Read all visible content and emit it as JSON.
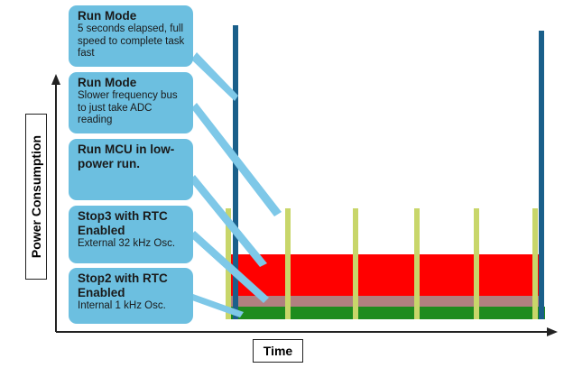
{
  "colors": {
    "callout_fill": "#6cbfe0",
    "run_spike": "#1a5f8a",
    "lp_run_spike": "#c8d66a",
    "stop3_band": "#ff0000",
    "transition_band": "#b08080",
    "stop2_band": "#1e8c1e",
    "arrow": "#7ec8e8",
    "axis": "#222222"
  },
  "axes": {
    "y_label": "Power Consumption",
    "x_label": "Time"
  },
  "callouts": [
    {
      "id": "run-mode-full",
      "title": "Run Mode",
      "description": "5 seconds elapsed, full speed to complete task fast"
    },
    {
      "id": "run-mode-slow",
      "title": "Run Mode",
      "description": "Slower frequency bus to just take ADC reading"
    },
    {
      "id": "run-mcu-lp",
      "title": "Run MCU in low-power run.",
      "description": ""
    },
    {
      "id": "stop3",
      "title": "Stop3 with RTC Enabled",
      "description": "External 32 kHz Osc."
    },
    {
      "id": "stop2",
      "title": "Stop2 with RTC Enabled",
      "description": "Internal 1 kHz Osc."
    }
  ],
  "timeline": {
    "full_speed_spikes": 2,
    "low_power_run_spikes": 6
  }
}
